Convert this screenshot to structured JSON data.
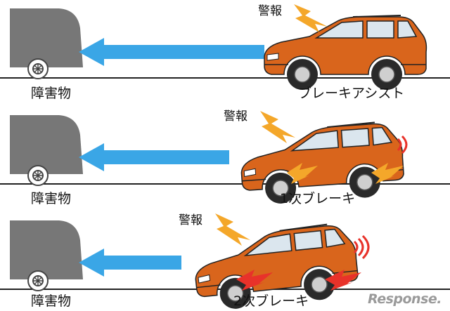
{
  "scenes": [
    {
      "obstacle_label": "障害物",
      "stage_label": "ブレーキアシスト",
      "warning_label": "警報",
      "brake_flashes": false,
      "sound_waves": false
    },
    {
      "obstacle_label": "障害物",
      "stage_label": "1次ブレーキ",
      "warning_label": "警報",
      "brake_flashes": true,
      "sound_waves": true
    },
    {
      "obstacle_label": "障害物",
      "stage_label": "2次ブレーキ",
      "warning_label": "警報",
      "brake_flashes": true,
      "sound_waves": true
    }
  ],
  "watermark": "Response.",
  "colors": {
    "car_body": "#d9651c",
    "obstacle": "#777777",
    "arrow": "#3aa6e6",
    "lightning_1": "#f4a72a",
    "lightning_2": "#f4a72a",
    "lightning_3": "#e8322a",
    "sound_wave": "#e8322a"
  }
}
